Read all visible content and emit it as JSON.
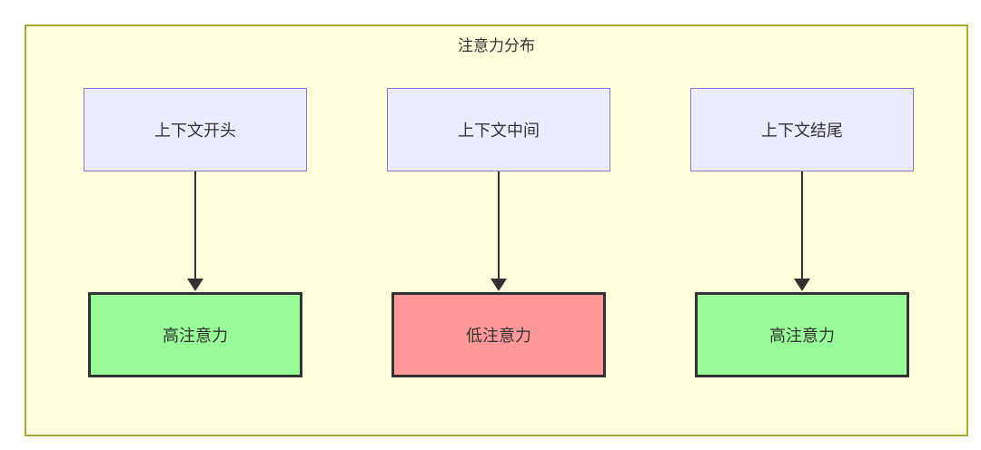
{
  "diagram": {
    "title": "注意力分布",
    "colors": {
      "canvas_bg": "#FFFFFF",
      "frame_fill": "#FFFFDE",
      "frame_border": "#AAAA33",
      "source_fill": "#ECECFF",
      "source_border": "#9370DB",
      "high_fill": "#98FB98",
      "low_fill": "#FF9999",
      "target_border": "#333333",
      "arrow": "#333333",
      "text": "#333333"
    },
    "columns": [
      {
        "source": "上下文开头",
        "target": "高注意力",
        "target_type": "high"
      },
      {
        "source": "上下文中间",
        "target": "低注意力",
        "target_type": "low"
      },
      {
        "source": "上下文结尾",
        "target": "高注意力",
        "target_type": "high"
      }
    ]
  }
}
